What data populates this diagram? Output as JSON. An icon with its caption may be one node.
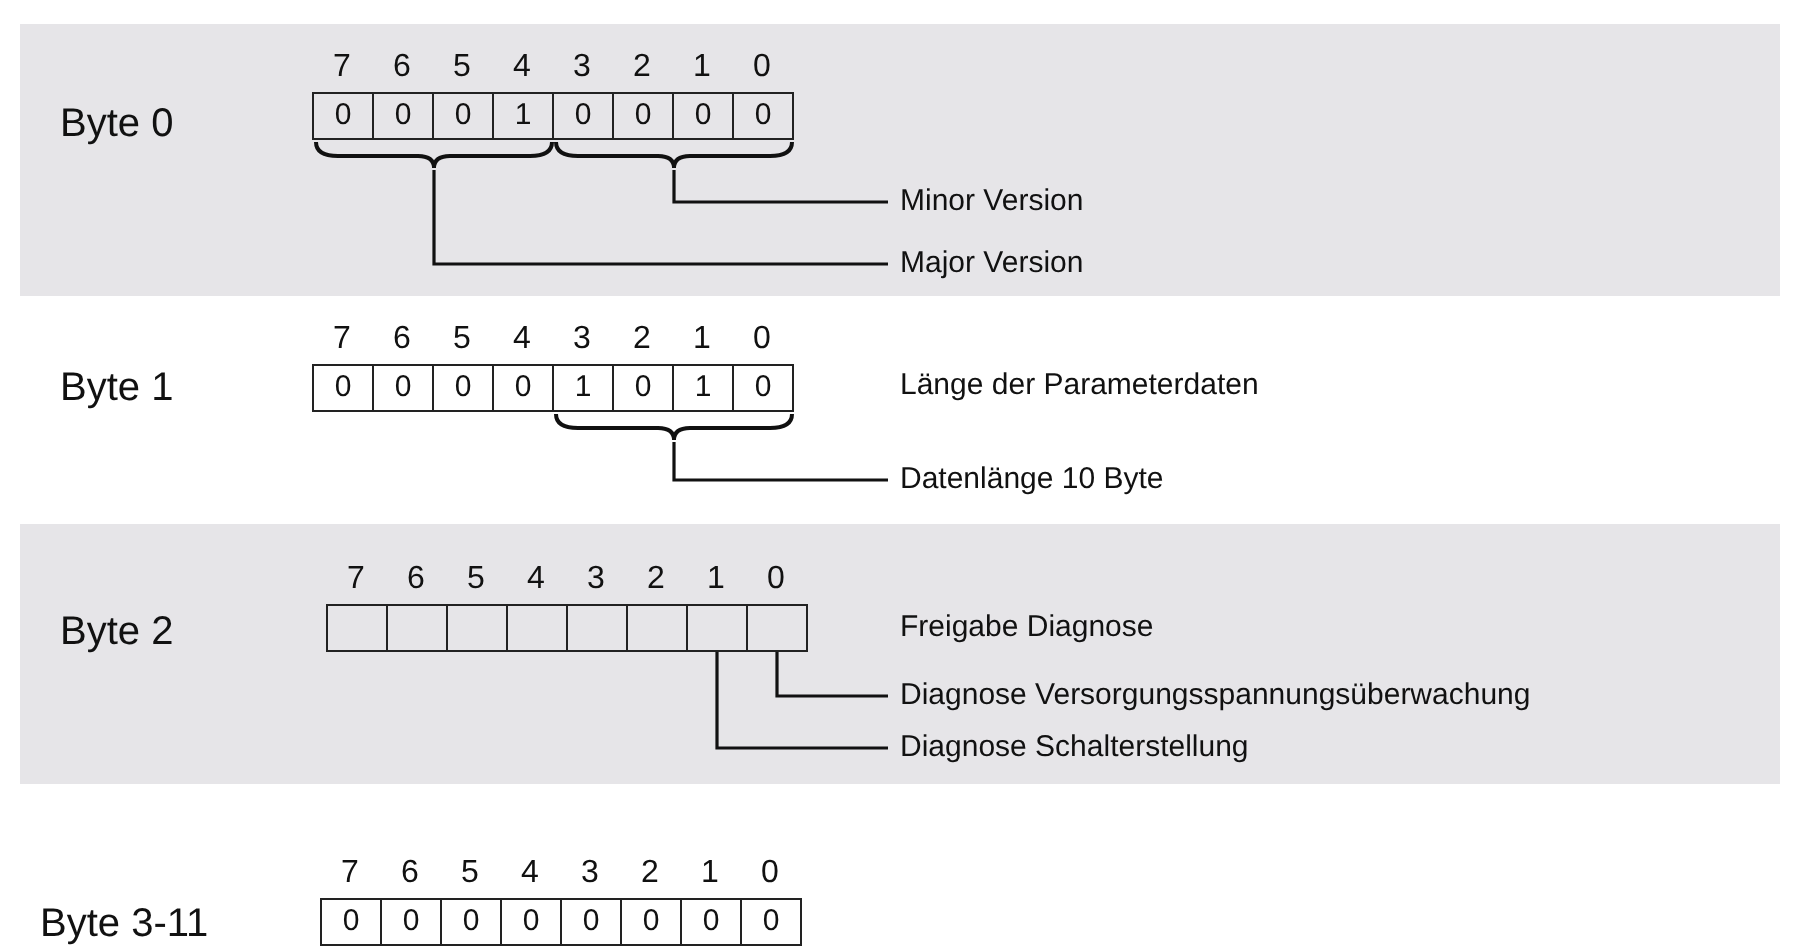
{
  "diagram": {
    "nodes": [
      {
        "text": [
          "Byte 0"
        ]
      },
      {
        "text": [
          "0"
        ],
        "in": 0
      },
      {
        "text": [
          "0"
        ],
        "in": 0
      },
      {
        "text": [
          "0"
        ],
        "in": 0
      },
      {
        "text": [
          "1"
        ],
        "in": 0
      },
      {
        "text": [
          "0"
        ],
        "in": 0
      },
      {
        "text": [
          "0"
        ],
        "in": 0
      },
      {
        "text": [
          "0"
        ],
        "in": 0
      },
      {
        "text": [
          "0"
        ],
        "in": 0
      },
      {
        "text": [],
        "shape": "brace",
        "in": 0
      },
      {
        "text": [],
        "shape": "brace",
        "in": 0
      },
      {
        "text": [
          "Minor Version"
        ],
        "in": 0
      },
      {
        "text": [
          "Major Version"
        ],
        "in": 0
      },
      {
        "text": [
          "0"
        ]
      },
      {
        "text": [
          "0"
        ]
      },
      {
        "text": [
          "0"
        ]
      },
      {
        "text": [
          "0"
        ]
      },
      {
        "text": [
          "1"
        ]
      },
      {
        "text": [
          "0"
        ]
      },
      {
        "text": [
          "1"
        ]
      },
      {
        "text": [
          "0"
        ]
      },
      {
        "text": [],
        "shape": "brace"
      },
      {
        "text": [
          "Datenlänge 10 Byte"
        ]
      },
      {
        "text": [
          "Byte 2"
        ]
      },
      {
        "text": [],
        "shape": "box",
        "in": 23
      },
      {
        "text": [],
        "shape": "box",
        "in": 23
      },
      {
        "text": [],
        "shape": "box",
        "in": 23
      },
      {
        "text": [],
        "shape": "box",
        "in": 23
      },
      {
        "text": [],
        "shape": "box",
        "in": 23
      },
      {
        "text": [],
        "shape": "box",
        "in": 23
      },
      {
        "text": [],
        "shape": "box",
        "in": 23
      },
      {
        "text": [],
        "shape": "box",
        "in": 23
      },
      {
        "text": [
          "Diagnose Versorgungsspannungsüberwachung"
        ],
        "in": 23
      },
      {
        "text": [
          "Diagnose Schalterstellung"
        ],
        "in": 23
      },
      {
        "text": [
          "0"
        ]
      },
      {
        "text": [
          "0"
        ]
      },
      {
        "text": [
          "0"
        ]
      },
      {
        "text": [
          "0"
        ]
      },
      {
        "text": [
          "0"
        ]
      },
      {
        "text": [
          "0"
        ]
      },
      {
        "text": [
          "0"
        ]
      },
      {
        "text": [
          "0"
        ]
      }
    ],
    "edges": [
      {
        "from": 11,
        "to": 10,
        "arrow": "none"
      },
      {
        "from": 12,
        "to": 9,
        "arrow": "none"
      },
      {
        "from": 22,
        "to": 21,
        "arrow": "none"
      },
      {
        "from": 32,
        "to": 31,
        "arrow": "none"
      },
      {
        "from": 33,
        "to": 30,
        "arrow": "none"
      }
    ],
    "labels": [
      "7",
      "6",
      "5",
      "4",
      "3",
      "2",
      "1",
      "0",
      "7",
      "6",
      "5",
      "4",
      "3",
      "2",
      "1",
      "0",
      "Byte 1",
      "Länge der Parameterdaten",
      "7",
      "6",
      "5",
      "4",
      "3",
      "2",
      "1",
      "0",
      "Freigabe Diagnose",
      "7",
      "6",
      "5",
      "4",
      "3",
      "2",
      "1",
      "0",
      "Byte 3-11"
    ]
  }
}
